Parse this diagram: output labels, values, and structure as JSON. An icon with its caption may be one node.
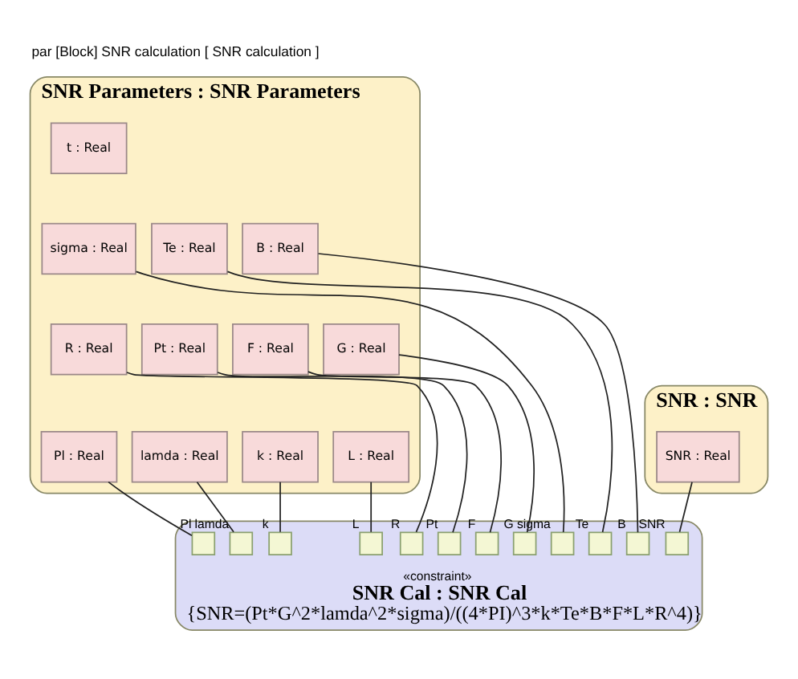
{
  "diagram": {
    "title": "par [Block] SNR calculation [ SNR calculation ]",
    "nodes": [
      {
        "text": [
          "SNR Parameters : SNR Parameters"
        ]
      },
      {
        "text": [
          "t : Real"
        ],
        "in": 0
      },
      {
        "text": [
          "sigma : Real"
        ],
        "in": 0
      },
      {
        "text": [
          "Te : Real"
        ],
        "in": 0
      },
      {
        "text": [
          "B : Real"
        ],
        "in": 0
      },
      {
        "text": [
          "R : Real"
        ],
        "in": 0
      },
      {
        "text": [
          "Pt : Real"
        ],
        "in": 0
      },
      {
        "text": [
          "F : Real"
        ],
        "in": 0
      },
      {
        "text": [
          "G : Real"
        ],
        "in": 0
      },
      {
        "text": [
          "Pl : Real"
        ],
        "in": 0
      },
      {
        "text": [
          "lamda : Real"
        ],
        "in": 0
      },
      {
        "text": [
          "k : Real"
        ],
        "in": 0
      },
      {
        "text": [
          "L : Real"
        ],
        "in": 0
      },
      {
        "text": [
          "SNR : SNR"
        ]
      },
      {
        "text": [
          "SNR : Real"
        ],
        "in": 13
      },
      {
        "text": [
          "«constraint»",
          "SNR Cal : SNR Cal",
          "{SNR=(Pt*G^2*lamda^2*sigma)/((4*PI)^3*k*Te*B*F*L*R^4)}"
        ]
      },
      {
        "text": [],
        "shape": "box",
        "in": 15,
        "beside": [
          "sigma"
        ]
      },
      {
        "text": [],
        "shape": "box",
        "in": 15,
        "beside": [
          "Te"
        ]
      },
      {
        "text": [],
        "shape": "box",
        "in": 15,
        "beside": [
          "B"
        ]
      },
      {
        "text": [],
        "shape": "box",
        "in": 15,
        "beside": [
          "R"
        ]
      },
      {
        "text": [],
        "shape": "box",
        "in": 15,
        "beside": [
          "Pt"
        ]
      },
      {
        "text": [],
        "shape": "box",
        "in": 15,
        "beside": [
          "F"
        ]
      },
      {
        "text": [],
        "shape": "box",
        "in": 15,
        "beside": [
          "G"
        ]
      },
      {
        "text": [],
        "shape": "box",
        "in": 15,
        "beside": [
          "Pl"
        ]
      },
      {
        "text": [],
        "shape": "box",
        "in": 15,
        "beside": [
          "lamda"
        ]
      },
      {
        "text": [],
        "shape": "box",
        "in": 15,
        "beside": [
          "k"
        ]
      },
      {
        "text": [],
        "shape": "box",
        "in": 15,
        "beside": [
          "L"
        ]
      },
      {
        "text": [],
        "shape": "box",
        "in": 15,
        "beside": [
          "SNR"
        ]
      }
    ],
    "edges": [
      {
        "from": 2,
        "to": 16,
        "arrow": "none"
      },
      {
        "from": 3,
        "to": 17,
        "arrow": "none"
      },
      {
        "from": 4,
        "to": 18,
        "arrow": "none"
      },
      {
        "from": 5,
        "to": 19,
        "arrow": "none"
      },
      {
        "from": 6,
        "to": 20,
        "arrow": "none"
      },
      {
        "from": 7,
        "to": 21,
        "arrow": "none"
      },
      {
        "from": 8,
        "to": 22,
        "arrow": "none"
      },
      {
        "from": 9,
        "to": 23,
        "arrow": "none"
      },
      {
        "from": 10,
        "to": 24,
        "arrow": "none"
      },
      {
        "from": 11,
        "to": 25,
        "arrow": "none"
      },
      {
        "from": 12,
        "to": 26,
        "arrow": "none"
      },
      {
        "from": 14,
        "to": 27,
        "arrow": "none"
      }
    ]
  }
}
